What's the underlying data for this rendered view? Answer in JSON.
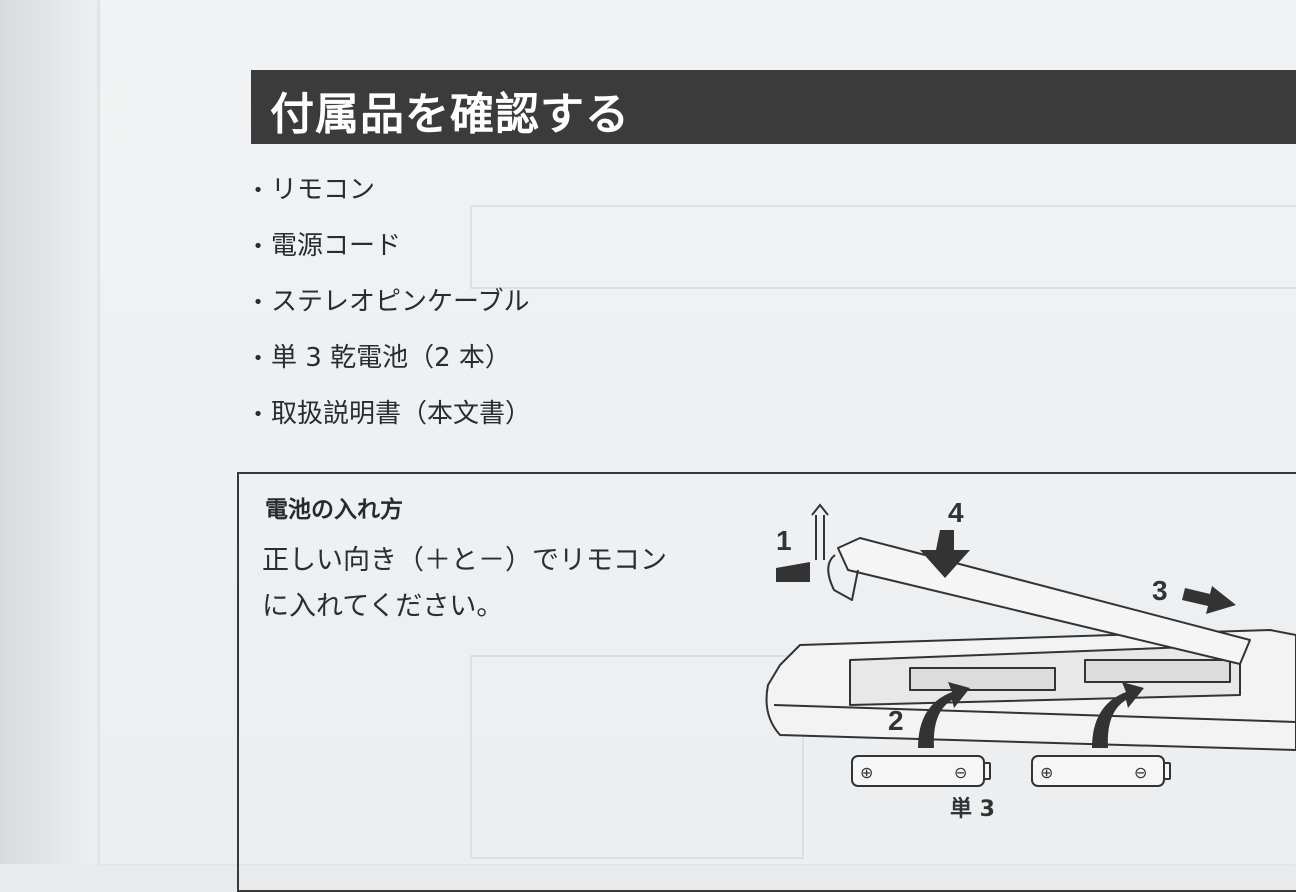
{
  "section": {
    "title": "付属品を確認する"
  },
  "accessories": [
    {
      "bullet": "•",
      "label": "リモコン"
    },
    {
      "bullet": "•",
      "label": "電源コード"
    },
    {
      "bullet": "•",
      "label": "ステレオピンケーブル"
    },
    {
      "bullet": "•",
      "label": "単 3 乾電池（2 本）"
    },
    {
      "bullet": "•",
      "label": "取扱説明書（本文書）"
    }
  ],
  "battery_box": {
    "title": "電池の入れ方",
    "text_line1": "正しい向き（＋と－）でリモコン",
    "text_line2": "に入れてください。"
  },
  "illustration": {
    "step1": "1",
    "step2": "2",
    "step3": "3",
    "step4": "4",
    "battery_label": "単 3",
    "plus_symbol": "⊕",
    "minus_symbol": "⊖"
  }
}
